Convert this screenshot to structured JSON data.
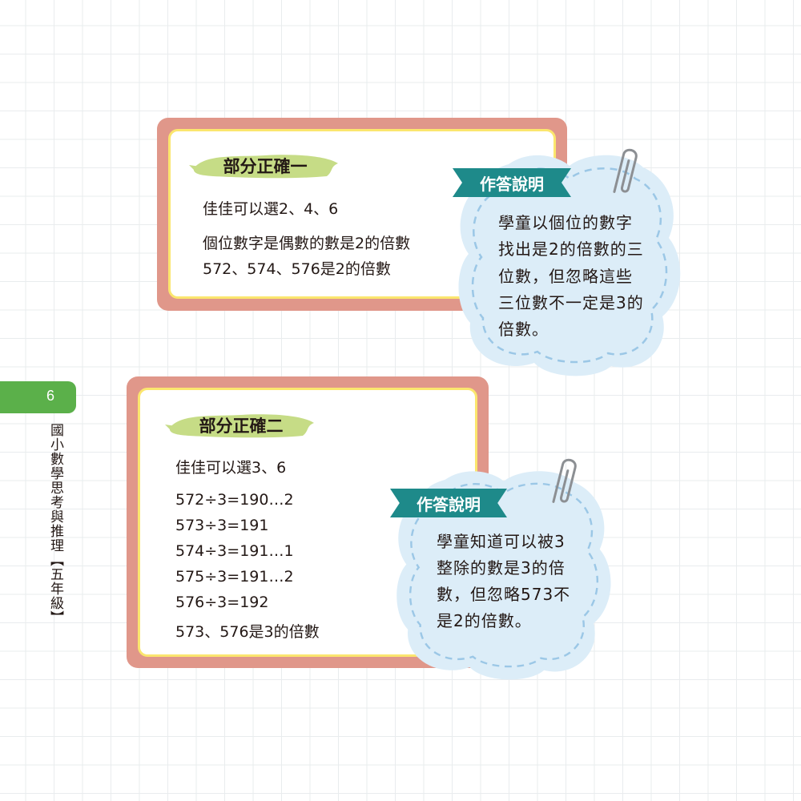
{
  "side": {
    "page_number": "6",
    "book_title": "國小數學思考與推理【五年級】"
  },
  "cards": [
    {
      "label": "部分正確一",
      "lines": [
        "佳佳可以選2、4、6",
        "個位數字是偶數的數是2的倍數",
        "572、574、576是2的倍數"
      ]
    },
    {
      "label": "部分正確二",
      "lines": [
        "佳佳可以選3、6",
        "572÷3=190…2",
        "573÷3=191",
        "574÷3=191…1",
        "575÷3=191…2",
        "576÷3=192",
        "573、576是3的倍數"
      ]
    }
  ],
  "notes": [
    {
      "ribbon": "作答說明",
      "lines": [
        "學童以個位的數字",
        "找出是2的倍數的三",
        "位數，但忽略這些",
        "三位數不一定是3的",
        "倍數。"
      ]
    },
    {
      "ribbon": "作答說明",
      "lines": [
        "學童知道可以被3",
        "整除的數是3的倍",
        "數，但忽略573不",
        "是2的倍數。"
      ]
    }
  ],
  "colors": {
    "card_border": "#e0978a",
    "card_inner_border": "#fbe66e",
    "label_brush": "#c6dc86",
    "cloud_fill": "#dcedf8",
    "cloud_dash": "#9bc7e6",
    "ribbon": "#1e8a8a",
    "side_tab": "#5bb04a"
  },
  "icons": [
    "paperclip-icon",
    "ribbon-banner"
  ]
}
